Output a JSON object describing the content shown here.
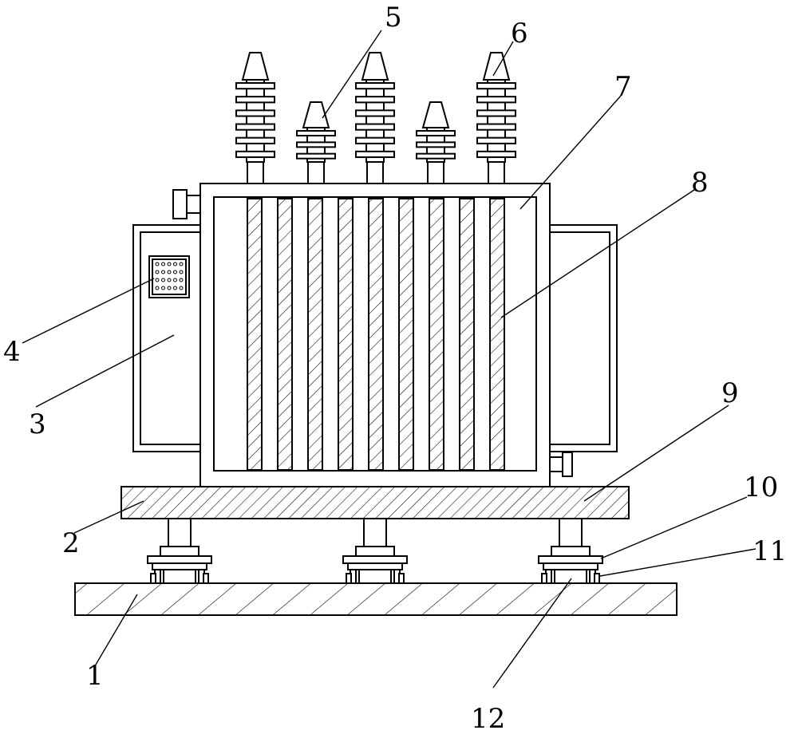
{
  "figure": {
    "callouts": [
      {
        "id": "1",
        "label": "1"
      },
      {
        "id": "2",
        "label": "2"
      },
      {
        "id": "3",
        "label": "3"
      },
      {
        "id": "4",
        "label": "4"
      },
      {
        "id": "5",
        "label": "5"
      },
      {
        "id": "6",
        "label": "6"
      },
      {
        "id": "7",
        "label": "7"
      },
      {
        "id": "8",
        "label": "8"
      },
      {
        "id": "9",
        "label": "9"
      },
      {
        "id": "10",
        "label": "10"
      },
      {
        "id": "11",
        "label": "11"
      },
      {
        "id": "12",
        "label": "12"
      }
    ],
    "counts": {
      "bushings": 5,
      "radiator_fins": 9,
      "support_legs": 3
    }
  }
}
